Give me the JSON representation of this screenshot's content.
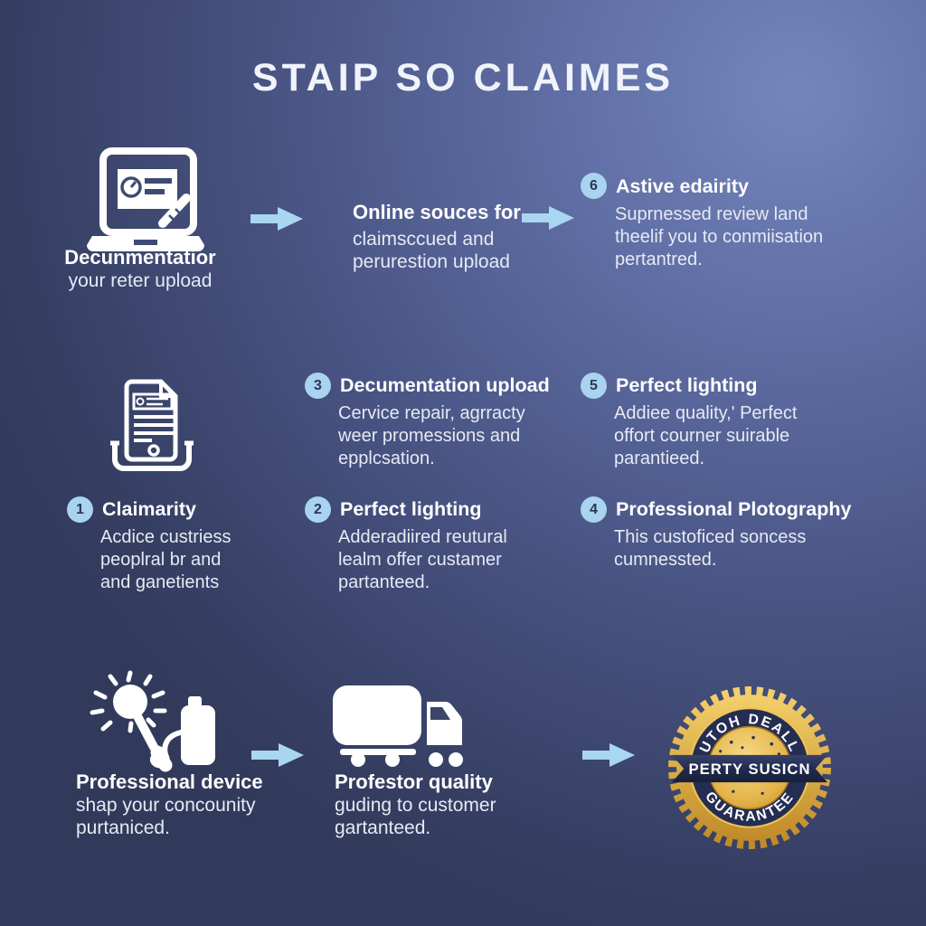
{
  "title": "STAIP SO CLAIMES",
  "row1": {
    "laptop": {
      "icon": "laptop-claim-form-icon",
      "title": "Decunmentatior",
      "subtitle": "your reter upload"
    },
    "mid": {
      "title": "Online souces for",
      "lines": [
        "claimsccued and",
        "perurestion upload"
      ]
    },
    "step6": {
      "num": "6",
      "title": "Astive edairity",
      "lines": [
        "Suprnessed review land",
        "theelif you to conmiisation",
        "pertantred."
      ]
    }
  },
  "row2": {
    "doc": {
      "icon": "document-upload-icon"
    },
    "step3": {
      "num": "3",
      "title": "Decumentation upload",
      "lines": [
        "Cervice repair, agrracty",
        "weer promessions and",
        "epplcsation."
      ]
    },
    "step5": {
      "num": "5",
      "title": "Perfect lighting",
      "lines": [
        "Addiee quality,' Perfect",
        "offort courner suirable",
        "parantieed."
      ]
    }
  },
  "row3": {
    "step1": {
      "num": "1",
      "title": "Claimarity",
      "lines": [
        "Acdice custriess",
        "peoplral br and",
        "and ganetients"
      ]
    },
    "step2": {
      "num": "2",
      "title": "Perfect lighting",
      "lines": [
        "Adderadiired reutural",
        "lealm offer custamer",
        "partanteed."
      ]
    },
    "step4": {
      "num": "4",
      "title": "Professional Plotography",
      "lines": [
        "This custoficed soncess",
        "cumnessted."
      ]
    }
  },
  "row4": {
    "device": {
      "icon": "cleaning-equipment-icon",
      "title": "Professional device",
      "lines": [
        "shap your concounity",
        "purtaniced."
      ]
    },
    "truck": {
      "icon": "delivery-truck-icon",
      "title": "Profestor quality",
      "lines": [
        "guding to customer",
        "gartanteed."
      ]
    },
    "badge": {
      "top": "UTOH DEALL",
      "ribbon": "PERTY SUSICN",
      "bottom": "GUARANTEE"
    }
  },
  "colors": {
    "background_dark": "#343d5f",
    "background_light": "#7184ba",
    "arrow": "#a9d6f0",
    "step_circle": "#a9d3ee",
    "step_number": "#2b3658",
    "badge_gold": "#d9a83b",
    "badge_navy": "#242e52",
    "text_white": "#ffffff"
  }
}
